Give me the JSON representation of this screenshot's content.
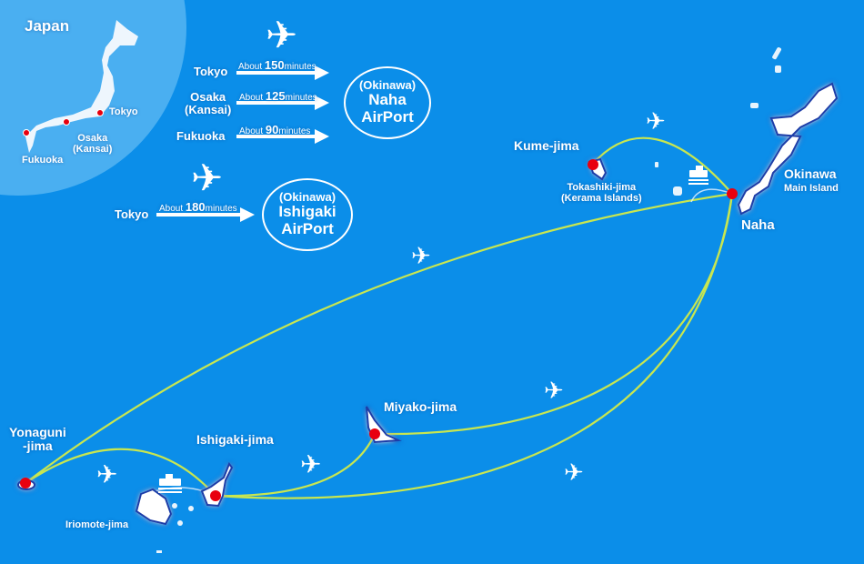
{
  "inset": {
    "title": "Japan",
    "cities": [
      {
        "name": "Tokyo"
      },
      {
        "name": "Osaka\n(Kansai)",
        "line1": "Osaka",
        "line2": "(Kansai)"
      },
      {
        "name": "Fukuoka"
      }
    ]
  },
  "flights_naha": {
    "routes": [
      {
        "from": "Tokyo",
        "prefix": "About",
        "minutes": "150",
        "unit": "minutes"
      },
      {
        "from_line1": "Osaka",
        "from_line2": "(Kansai)",
        "prefix": "About",
        "minutes": "125",
        "unit": "minutes"
      },
      {
        "from": "Fukuoka",
        "prefix": "About",
        "minutes": "90",
        "unit": "minutes"
      }
    ],
    "airport": {
      "line1": "(Okinawa)",
      "line2": "Naha",
      "line3": "AirPort"
    }
  },
  "flights_ishigaki": {
    "route": {
      "from": "Tokyo",
      "prefix": "About",
      "minutes": "180",
      "unit": "minutes"
    },
    "airport": {
      "line1": "(Okinawa)",
      "line2": "Ishigaki",
      "line3": "AirPort"
    }
  },
  "places": {
    "kume": "Kume-jima",
    "tokashiki_line1": "Tokashiki-jima",
    "tokashiki_line2": "(Kerama Islands)",
    "okinawa_line1": "Okinawa",
    "okinawa_line2": "Main Island",
    "naha": "Naha",
    "miyako": "Miyako-jima",
    "ishigaki": "Ishigaki-jima",
    "yonaguni_line1": "Yonaguni",
    "yonaguni_line2": "-jima",
    "iriomote": "Iriomote-jima"
  },
  "colors": {
    "sea": "#0b8ee9",
    "inset": "#4aaff1",
    "route": "#c8e650",
    "dot": "#e8000f"
  }
}
